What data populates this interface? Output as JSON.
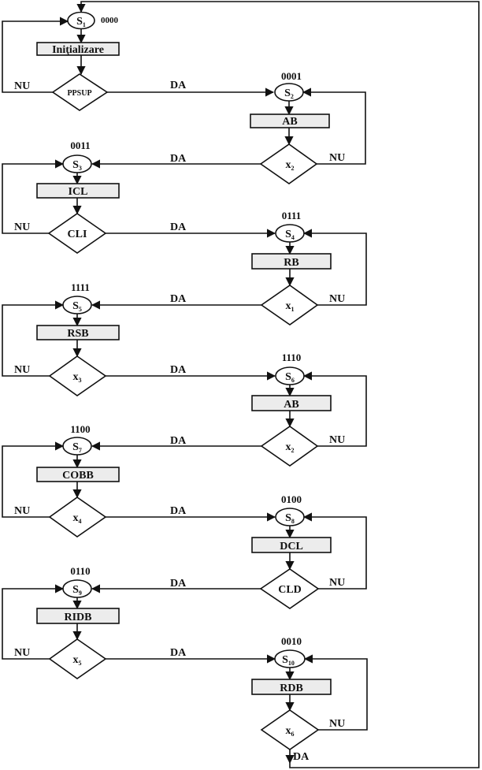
{
  "diagram": {
    "yes_label": "DA",
    "no_label": "NU",
    "states": [
      {
        "main": "S",
        "sub": "1",
        "code": "0000"
      },
      {
        "main": "S",
        "sub": "2",
        "code": "0001"
      },
      {
        "main": "S",
        "sub": "3",
        "code": "0011"
      },
      {
        "main": "S",
        "sub": "4",
        "code": "0111"
      },
      {
        "main": "S",
        "sub": "5",
        "code": "1111"
      },
      {
        "main": "S",
        "sub": "6",
        "code": "1110"
      },
      {
        "main": "S",
        "sub": "7",
        "code": "1100"
      },
      {
        "main": "S",
        "sub": "8",
        "code": "0100"
      },
      {
        "main": "S",
        "sub": "9",
        "code": "0110"
      },
      {
        "main": "S",
        "sub": "10",
        "code": "0010"
      }
    ],
    "actions": [
      "Iniţializare",
      "AB",
      "ICL",
      "RB",
      "RSB",
      "AB",
      "COBB",
      "DCL",
      "RIDB",
      "RDB"
    ],
    "decisions": [
      {
        "main": "PPSUP",
        "sub": ""
      },
      {
        "main": "x",
        "sub": "2"
      },
      {
        "main": "CLI",
        "sub": ""
      },
      {
        "main": "x",
        "sub": "1"
      },
      {
        "main": "x",
        "sub": "3"
      },
      {
        "main": "x",
        "sub": "2"
      },
      {
        "main": "x",
        "sub": "4"
      },
      {
        "main": "CLD",
        "sub": ""
      },
      {
        "main": "x",
        "sub": "5"
      },
      {
        "main": "x",
        "sub": "6"
      }
    ]
  }
}
